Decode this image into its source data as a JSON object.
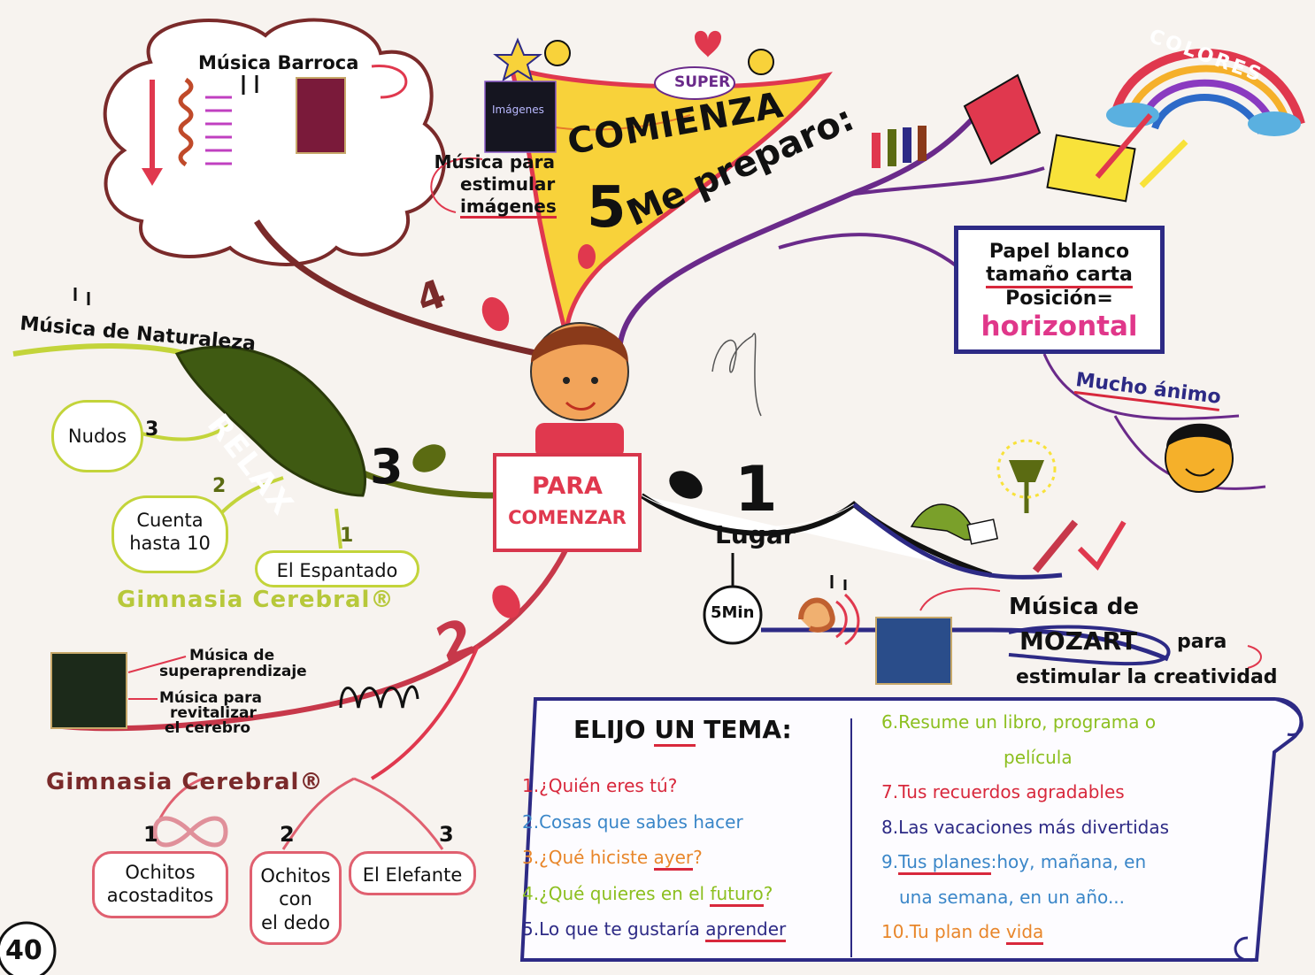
{
  "center": {
    "sign_line1": "PARA",
    "sign_line2": "COMENZAR"
  },
  "branch1": {
    "number": "1",
    "label": "Lugar",
    "time": "5Min",
    "mozart_line1": "Música de",
    "mozart_line2": "MOZART",
    "mozart_para": "para",
    "mozart_line3": "estimular la creatividad"
  },
  "branch2": {
    "number": "2",
    "cd_label1_line1": "Música de",
    "cd_label1_line2": "superaprendizaje",
    "cd_label2_line1": "Música para",
    "cd_label2_line2": "revitalizar",
    "cd_label2_line3": "el cerebro",
    "gimnasia": "Gimnasia Cerebral®",
    "items": [
      {
        "num": "1",
        "line1": "Ochitos",
        "line2": "acostaditos",
        "line3": ""
      },
      {
        "num": "2",
        "line1": "Ochitos",
        "line2": "con",
        "line3": "el dedo"
      },
      {
        "num": "3",
        "line1": "El Elefante",
        "line2": "",
        "line3": ""
      }
    ]
  },
  "branch3": {
    "number": "3",
    "relax": "RELAX",
    "naturaleza": "Música de Naturaleza",
    "gimnasia": "Gimnasia Cerebral®",
    "items": [
      {
        "num": "3",
        "label": "Nudos"
      },
      {
        "num": "2",
        "line1": "Cuenta",
        "line2": "hasta 10"
      },
      {
        "num": "1",
        "label": "El Espantado"
      }
    ]
  },
  "branch4": {
    "number": "4",
    "barroca": "Música Barroca"
  },
  "branch5": {
    "number": "5",
    "comienza": "COMIENZA",
    "super": "SUPER",
    "cd_text": "Imágenes",
    "musica_line1": "Música para",
    "musica_line2": "estimular",
    "musica_line3": "imágenes"
  },
  "prep": {
    "title": "Me preparo:",
    "papel_line1": "Papel blanco",
    "papel_line2": "tamaño carta",
    "papel_line3": "Posición=",
    "papel_line4": "horizontal",
    "animo": "Mucho ánimo",
    "colores": "COLORES"
  },
  "scroll": {
    "title_a": "ELIJO ",
    "title_b": "UN",
    "title_c": " TEMA:",
    "left": [
      {
        "text_a": "1.¿Quién eres tú?",
        "text_u": "",
        "text_b": "",
        "color": "#d8283c"
      },
      {
        "text_a": "2.Cosas que sabes hacer",
        "text_u": "",
        "text_b": "",
        "color": "#3a86c8"
      },
      {
        "text_a": "3.¿Qué hiciste ",
        "text_u": "ayer",
        "text_b": "?",
        "color": "#e8862a"
      },
      {
        "text_a": "4.¿Qué quieres en el ",
        "text_u": "futuro",
        "text_b": "?",
        "color": "#8cbf1f"
      },
      {
        "text_a": "5.Lo que te gustaría ",
        "text_u": "aprender",
        "text_b": "",
        "color": "#2d2a85"
      }
    ],
    "right": [
      {
        "text_a": "6.Resume un libro, programa o",
        "text_u": "",
        "text_b": "",
        "color": "#8cbf1f"
      },
      {
        "text_a": "película",
        "text_u": "",
        "text_b": "",
        "color": "#8cbf1f"
      },
      {
        "text_a": "7.Tus recuerdos agradables",
        "text_u": "",
        "text_b": "",
        "color": "#d8283c"
      },
      {
        "text_a": "8.Las vacaciones más divertidas",
        "text_u": "",
        "text_b": "",
        "color": "#2d2a85"
      },
      {
        "text_a": "9.",
        "text_u": "Tus planes",
        "text_b": ":hoy, mañana, en",
        "color": "#3a86c8"
      },
      {
        "text_a": "una semana, en un año...",
        "text_u": "",
        "text_b": "",
        "color": "#3a86c8"
      },
      {
        "text_a": "10.Tu plan de ",
        "text_u": "vida",
        "text_b": "",
        "color": "#e8862a"
      }
    ]
  },
  "page_number": "40",
  "colors": {
    "maroon": "#7a2a2a",
    "purple": "#6a2a8a",
    "olive": "#5b6b12",
    "blue": "#2d2a85",
    "red": "#d8283c",
    "pink": "#e0378a",
    "green": "#8cbf1f"
  }
}
